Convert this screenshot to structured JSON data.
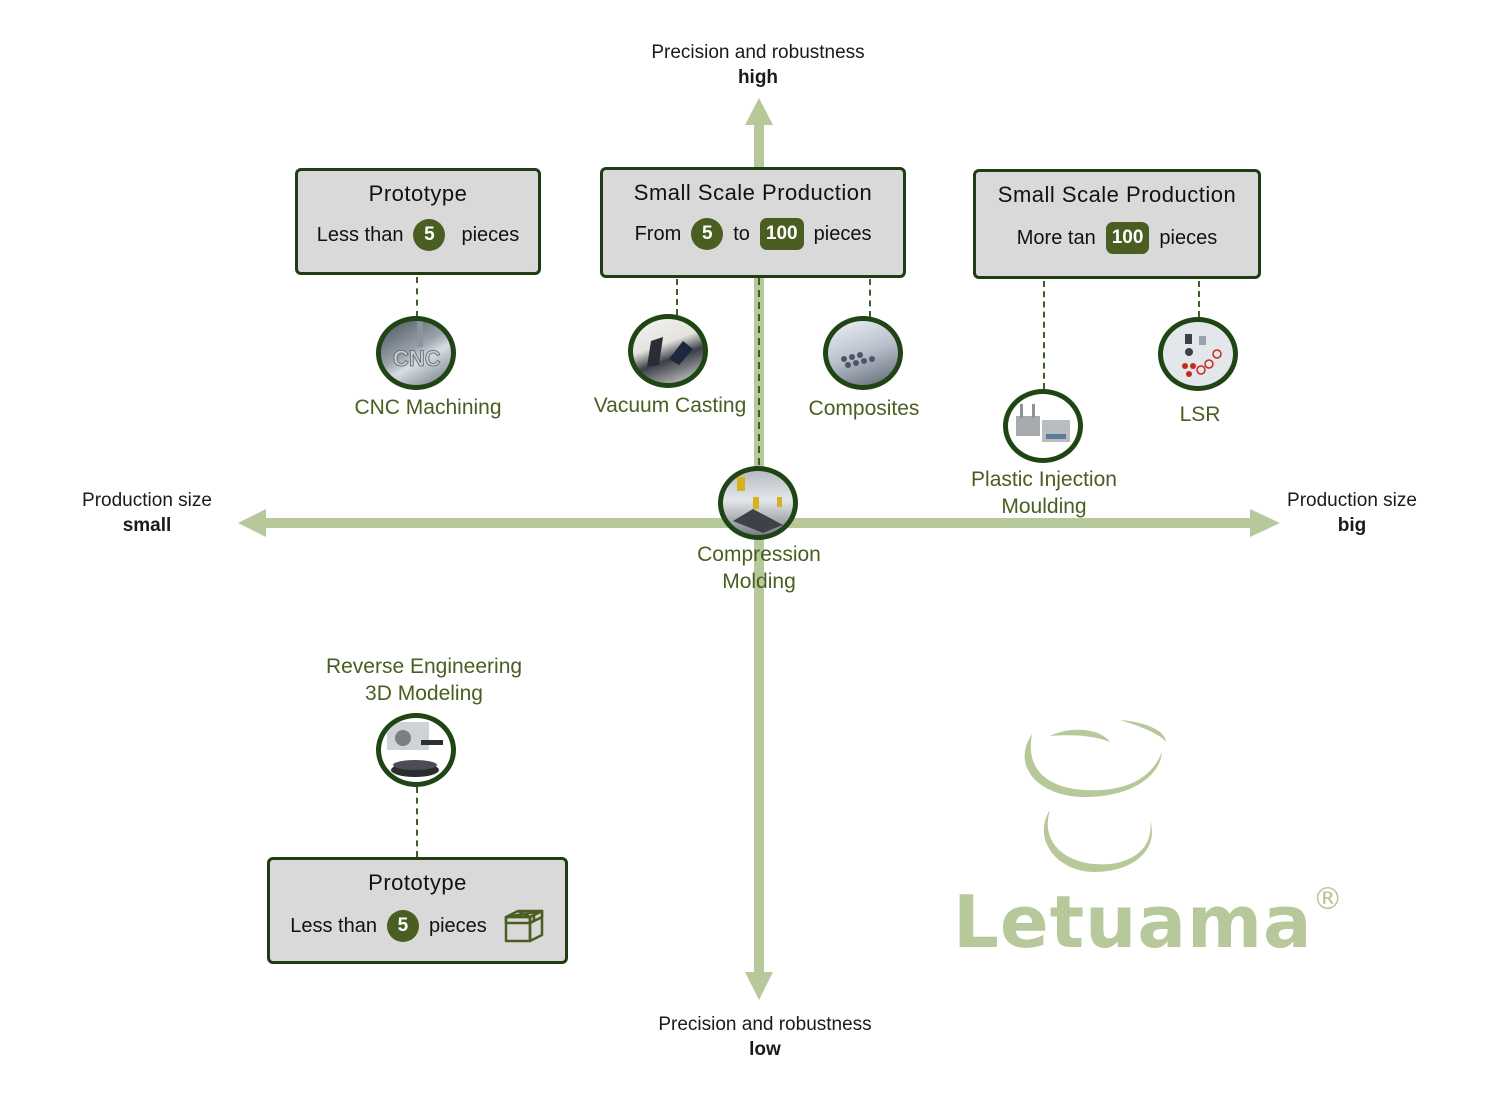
{
  "axes": {
    "top": {
      "label": "Precision and robustness",
      "value": "high"
    },
    "bottom": {
      "label": "Precision and robustness",
      "value": "low"
    },
    "left": {
      "label": "Production size",
      "value": "small"
    },
    "right": {
      "label": "Production size",
      "value": "big"
    }
  },
  "categories": [
    {
      "id": "prototype-top",
      "title": "Prototype",
      "text_before": "Less than",
      "badge": "5",
      "text_after": "pieces"
    },
    {
      "id": "small-scale-mid",
      "title": "Small Scale Production",
      "text_before": "From",
      "badge": "5",
      "text_mid": "to",
      "badge2": "100",
      "text_after": "pieces"
    },
    {
      "id": "small-scale-right",
      "title": "Small Scale Production",
      "text_before": "More tan",
      "badge": "100",
      "text_after": "pieces"
    },
    {
      "id": "prototype-bottom",
      "title": "Prototype",
      "text_before": "Less than",
      "badge": "5",
      "text_after": "pieces",
      "icon": "box-icon"
    }
  ],
  "processes": {
    "cnc": "CNC Machining",
    "vacuum": "Vacuum Casting",
    "composites": "Composites",
    "injection_1": "Plastic Injection",
    "injection_2": "Moulding",
    "lsr": "LSR",
    "compression_1": "Compression",
    "compression_2": "Molding",
    "reverse_1": "Reverse Engineering",
    "reverse_2": "3D Modeling"
  },
  "logo": {
    "name": "Letuama",
    "mark": "®"
  },
  "colors": {
    "axis": "#b7c99a",
    "box_border": "#1f3d12",
    "box_fill": "#d9d9d9",
    "badge": "#4a5e22",
    "process_text": "#4a5e22"
  }
}
